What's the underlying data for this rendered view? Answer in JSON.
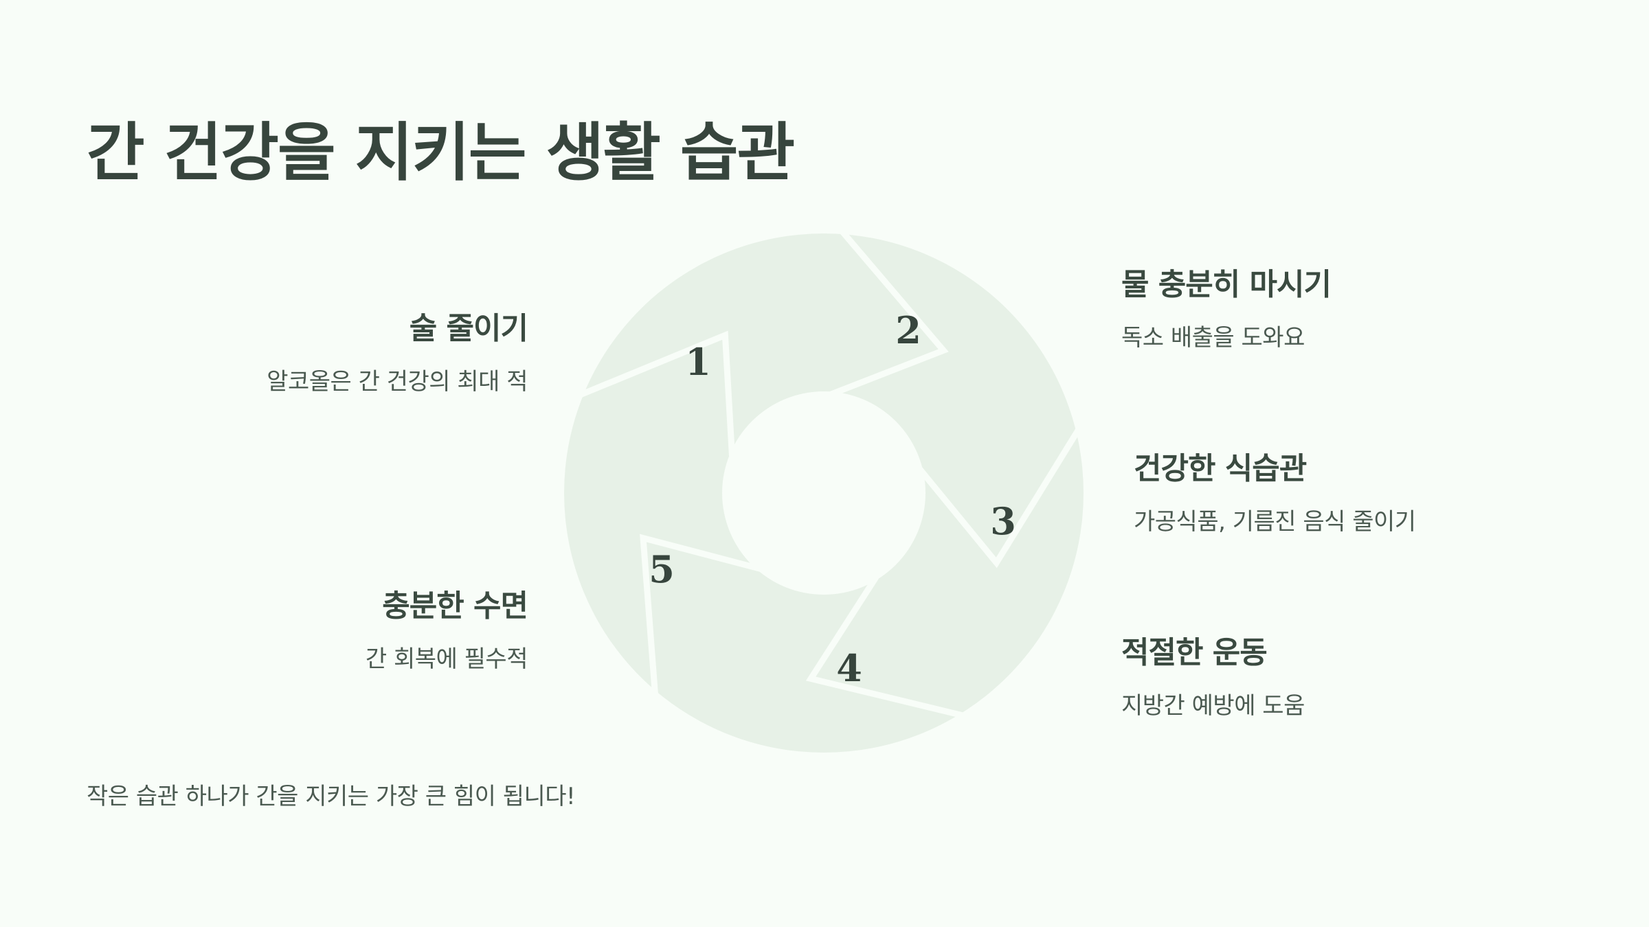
{
  "title": "간 건강을 지키는 생활 습관",
  "steps": [
    {
      "number": "1",
      "title": "술 줄이기",
      "desc": "알코올은 간 건강의 최대 적"
    },
    {
      "number": "2",
      "title": "물 충분히 마시기",
      "desc": "독소 배출을 도와요"
    },
    {
      "number": "3",
      "title": "건강한 식습관",
      "desc": "가공식품, 기름진 음식 줄이기"
    },
    {
      "number": "4",
      "title": "적절한 운동",
      "desc": "지방간 예방에 도움"
    },
    {
      "number": "5",
      "title": "충분한 수면",
      "desc": "간 회복에 필수적"
    }
  ],
  "footer": "작은 습관 하나가 간을 지키는 가장 큰 힘이 됩니다!",
  "colors": {
    "background": "#f8fdf8",
    "segment_fill": "#e7f1e7",
    "text": "#37453d"
  }
}
